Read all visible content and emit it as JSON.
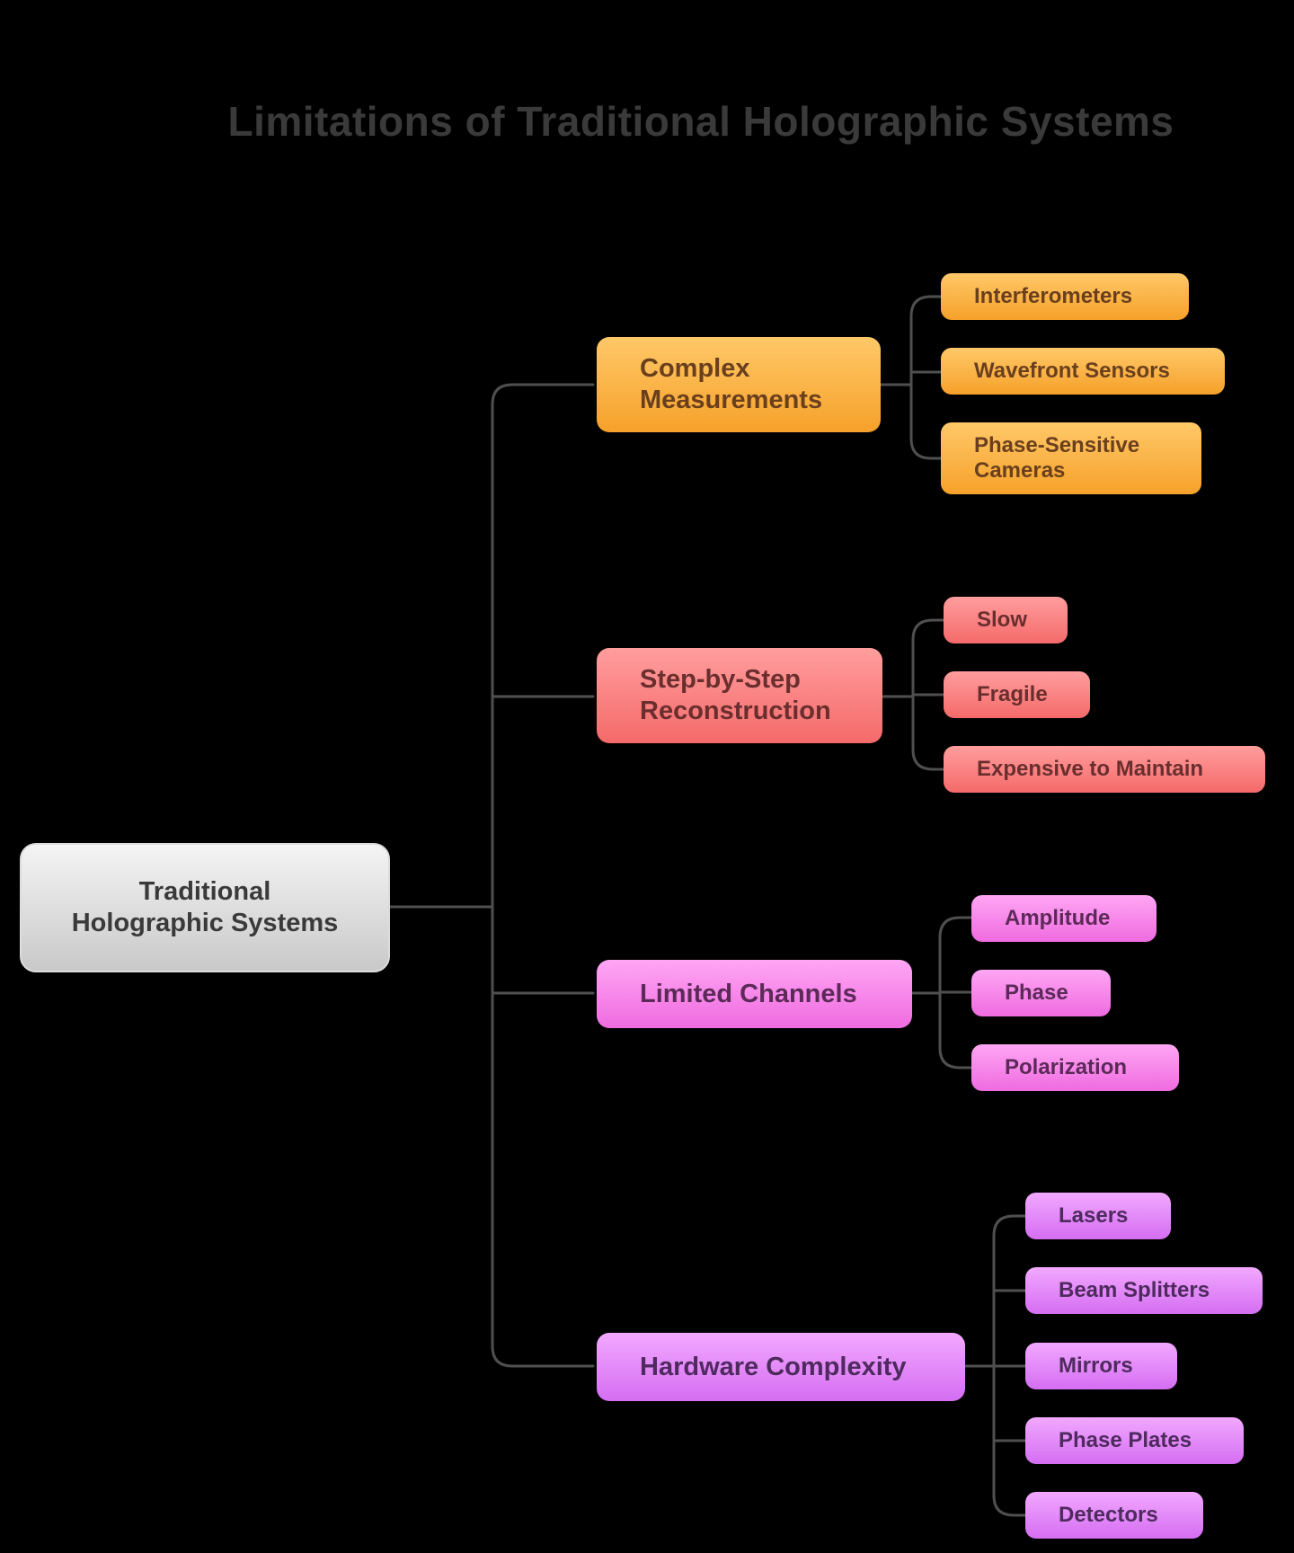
{
  "title": "Limitations of Traditional Holographic Systems",
  "root": "Traditional\nHolographic Systems",
  "branches": [
    {
      "label": "Complex\nMeasurements",
      "color": "#f6a12a",
      "children": [
        "Interferometers",
        "Wavefront Sensors",
        "Phase-Sensitive\nCameras"
      ]
    },
    {
      "label": "Step-by-Step\nReconstruction",
      "color": "#f56a6a",
      "children": [
        "Slow",
        "Fragile",
        "Expensive to Maintain"
      ]
    },
    {
      "label": "Limited Channels",
      "color": "#ef6be0",
      "children": [
        "Amplitude",
        "Phase",
        "Polarization"
      ]
    },
    {
      "label": "Hardware Complexity",
      "color": "#d56ef2",
      "children": [
        "Lasers",
        "Beam Splitters",
        "Mirrors",
        "Phase Plates",
        "Detectors"
      ]
    }
  ]
}
